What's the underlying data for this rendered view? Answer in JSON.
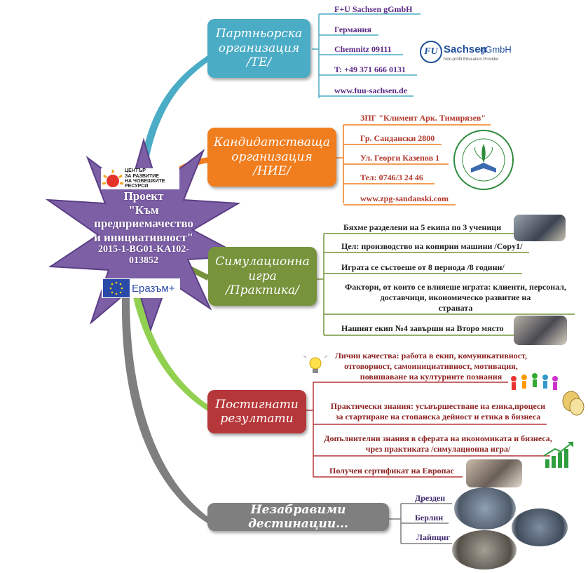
{
  "center": {
    "title_line1": "Проект",
    "title_line2": "\"Към",
    "title_line3": "предприемачество",
    "title_line4": "и инициативност\"",
    "code_line1": "2015-1-BG01-KA102-",
    "code_line2": "013852",
    "hrd_logo_line1": "ЦЕНТЪР",
    "hrd_logo_line2": "ЗА РАЗВИТИЕ",
    "hrd_logo_line3": "НА ЧОВЕШКИТЕ",
    "hrd_logo_line4": "РЕСУРСИ",
    "erasmus_label": "Еразъм+"
  },
  "partner": {
    "line1": "Партньорска",
    "line2": "организация",
    "line3": "/ТЕ/",
    "items": [
      "F+U Sachsen gGmbH",
      "Германия",
      "Chemnitz 09111",
      "T: +49 371 666 0131",
      "www.fuu-sachsen.de"
    ],
    "logo_brand": "Sachsen",
    "logo_suffix": "gGmbH",
    "logo_sub": "Non-profit Education Provider",
    "logo_mark": "FU"
  },
  "applicant": {
    "line1": "Кандидатстваща",
    "line2": "организация",
    "line3": "/НИЕ/",
    "items": [
      "ЗПГ \"Климент Арк. Тимирязев\"",
      "Гр. Сандански 2800",
      "Ул. Георги Казепов 1",
      "Тел: 0746/3 24 46",
      "www.zpg-sandanski.com"
    ]
  },
  "simulation": {
    "line1": "Симулационна",
    "line2": "игра",
    "line3": "/Практика/",
    "items": [
      "Бяхме разделени на 5 екипа по 3 ученици",
      "Цел: производство на копирни машини /Copy1/",
      "Играта се състоеше от 8 периода /8 години/",
      "Фактори, от които се влияеше играта: клиенти, персонал,",
      "доставчици, икономическо развитие на",
      "страната",
      "Нашият екип №4 завърши на Второ място"
    ]
  },
  "results": {
    "line1": "Постигнати",
    "line2": "резултати",
    "items": [
      "Лични качества: работа в екип, комуникативност,",
      "отговорност, самоинициативност, мотивация,",
      "повишаване на културните познания",
      "Практически знания: усъвършестване на езика,процеси",
      "за стартиране на стопанска дейност и етика в бизнеса",
      "Допълнителни знания в сферата на икономиката и бизнеса,",
      "чрез практиката /симулационна игра/",
      "Получен сертификат на Европас"
    ]
  },
  "destinations": {
    "label": "Незабравими дестинации...",
    "items": [
      "Дрезден",
      "Берлин",
      "Лайпциг"
    ]
  },
  "colors": {
    "partner": "#4bacc6",
    "applicant": "#f07d1e",
    "simulation": "#77933c",
    "results": "#b6373a",
    "destinations": "#7f7f7f",
    "star": "#7d5fa6",
    "partner_text": "#5b2a86",
    "applicant_text": "#b2372b",
    "simulation_text": "#1f1f1f",
    "results_text": "#8e2222",
    "destinations_text": "#3f2a6e"
  }
}
